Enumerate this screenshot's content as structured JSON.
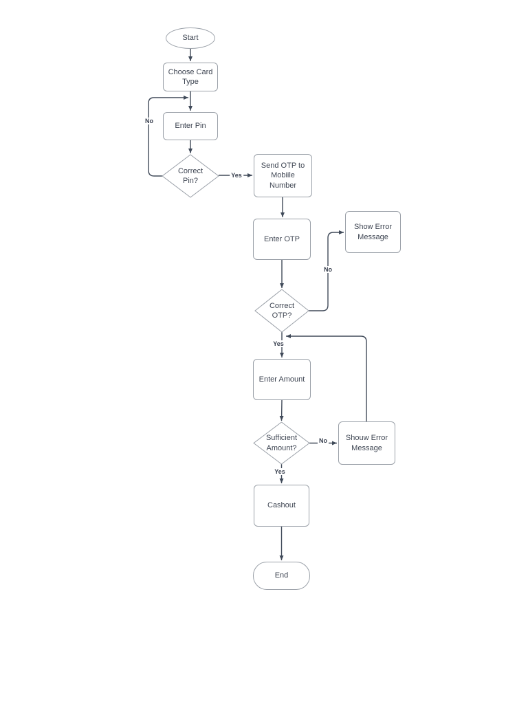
{
  "page": {
    "background": "#ffffff"
  },
  "flowchart": {
    "type": "flowchart",
    "colors": {
      "connector": "#404a59",
      "shape_border": "#9aa0a8",
      "shape_fill": "#ffffff",
      "text": "#3e4552"
    },
    "nodes": {
      "start": {
        "type": "terminator",
        "label": "Start"
      },
      "choose_card_type": {
        "type": "process",
        "label": "Choose Card Type"
      },
      "enter_pin": {
        "type": "process",
        "label": "Enter Pin"
      },
      "correct_pin": {
        "type": "decision",
        "label": "Correct Pin?"
      },
      "send_otp": {
        "type": "process",
        "label": "Send OTP to Mobiile Number"
      },
      "enter_otp": {
        "type": "process",
        "label": "Enter OTP"
      },
      "show_error_message": {
        "type": "process",
        "label": "Show Error Message"
      },
      "correct_otp": {
        "type": "decision",
        "label": "Correct OTP?"
      },
      "enter_amount": {
        "type": "process",
        "label": "Enter Amount"
      },
      "sufficient_amount": {
        "type": "decision",
        "label": "Sufficient Amount?"
      },
      "shouw_error_message": {
        "type": "process",
        "label": "Shouw Error Message"
      },
      "cashout": {
        "type": "process",
        "label": "Cashout"
      },
      "end": {
        "type": "terminator",
        "label": "End"
      }
    },
    "edge_labels": {
      "pin_no": "No",
      "pin_yes": "Yes",
      "otp_no": "No",
      "otp_yes": "Yes",
      "amount_no": "No",
      "amount_yes": "Yes"
    },
    "edges": [
      {
        "from": "start",
        "to": "choose_card_type"
      },
      {
        "from": "choose_card_type",
        "to": "enter_pin"
      },
      {
        "from": "enter_pin",
        "to": "correct_pin"
      },
      {
        "from": "correct_pin",
        "to": "enter_pin",
        "label": "No"
      },
      {
        "from": "correct_pin",
        "to": "send_otp",
        "label": "Yes"
      },
      {
        "from": "send_otp",
        "to": "enter_otp"
      },
      {
        "from": "enter_otp",
        "to": "correct_otp"
      },
      {
        "from": "correct_otp",
        "to": "show_error_message",
        "label": "No"
      },
      {
        "from": "correct_otp",
        "to": "enter_amount",
        "label": "Yes"
      },
      {
        "from": "enter_amount",
        "to": "sufficient_amount"
      },
      {
        "from": "sufficient_amount",
        "to": "shouw_error_message",
        "label": "No"
      },
      {
        "from": "sufficient_amount",
        "to": "cashout",
        "label": "Yes"
      },
      {
        "from": "shouw_error_message",
        "to": "enter_amount"
      },
      {
        "from": "cashout",
        "to": "end"
      }
    ]
  }
}
